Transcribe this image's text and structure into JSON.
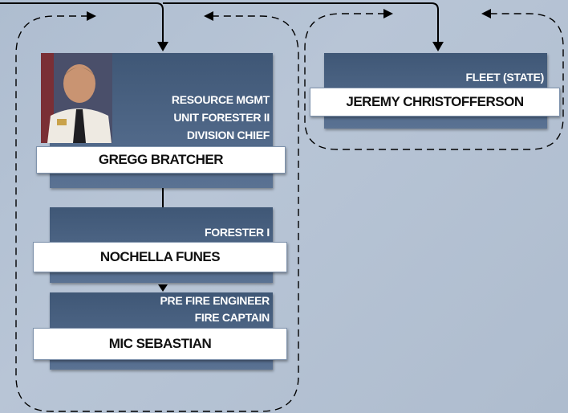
{
  "people": [
    {
      "id": "bratcher",
      "titles": [
        "RESOURCE MGMT",
        "UNIT FORESTER II",
        "DIVISION CHIEF"
      ],
      "name": "GREGG BRATCHER",
      "has_photo": true
    },
    {
      "id": "funes",
      "titles": [
        "FORESTER I"
      ],
      "name": "NOCHELLA FUNES",
      "has_photo": false
    },
    {
      "id": "sebastian",
      "titles": [
        "PRE FIRE ENGINEER",
        "FIRE CAPTAIN"
      ],
      "name": "MIC SEBASTIAN",
      "has_photo": false
    },
    {
      "id": "christofferson",
      "titles": [
        "FLEET (STATE)"
      ],
      "name": "JEREMY CHRISTOFFERSON",
      "has_photo": false
    }
  ],
  "colors": {
    "card_dark": "#3f5776",
    "card_light": "#5a7293",
    "background": "#b4c2d4",
    "line": "#000000"
  }
}
